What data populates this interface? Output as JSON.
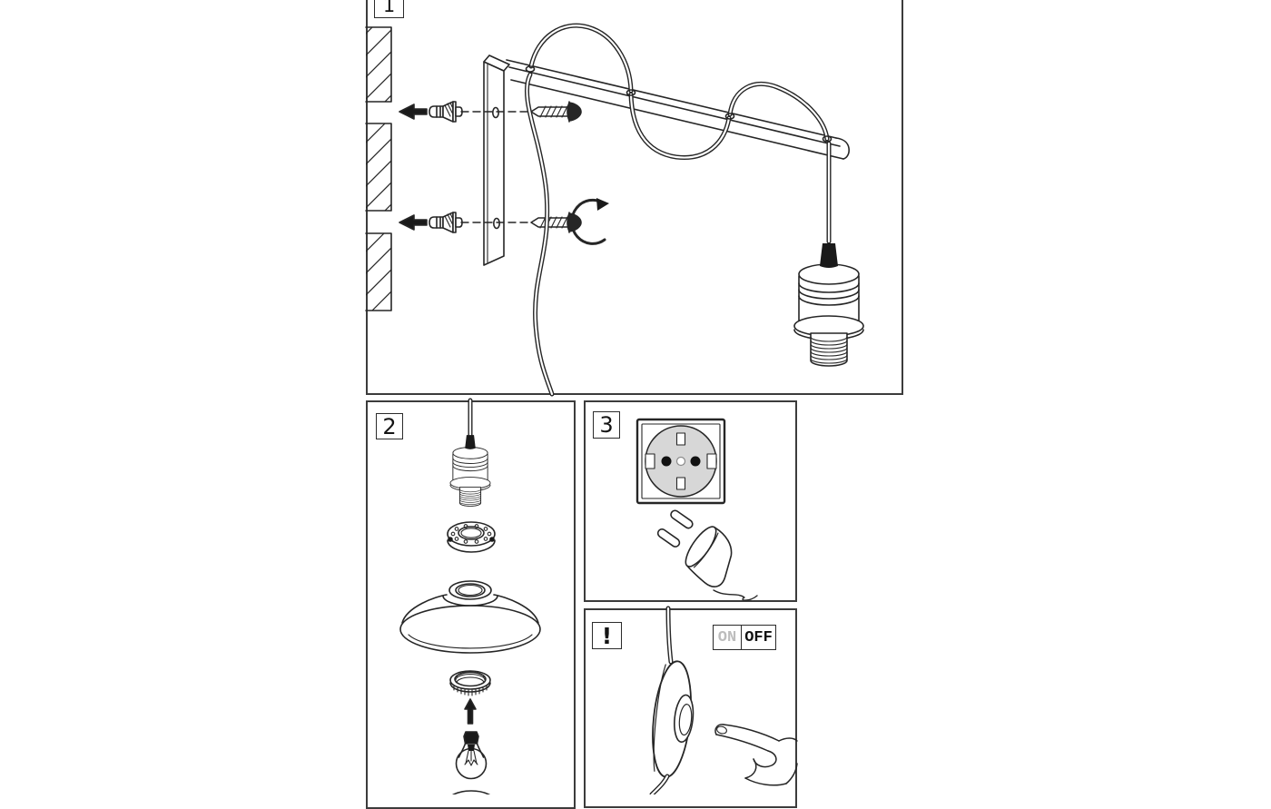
{
  "canvas": {
    "background": "#ffffff",
    "line_color": "#262626",
    "panel_border_color": "#3c3c3c",
    "outlet_recess_fill": "#d7d7d7"
  },
  "panels": {
    "step1": {
      "label": "1"
    },
    "step2": {
      "label": "2"
    },
    "step3": {
      "label": "3"
    },
    "warning": {
      "label": "!"
    }
  },
  "switch_indicator": {
    "on_label": "ON",
    "off_label": "OFF",
    "on_text_color": "#bdbdbd",
    "off_text_color": "#111111"
  },
  "illustrations": {
    "step1": [
      "wall-cross-section-hatched",
      "insert-direction-arrow",
      "expansion-anchor",
      "dashed-alignment-line",
      "wall-bracket-plate",
      "bracket-arm",
      "mounting-screw",
      "clockwise-rotation-symbol",
      "cord-woven-through-arm",
      "hanging-power-cord",
      "lamp-socket"
    ],
    "step2": [
      "pendant-cord",
      "lamp-socket",
      "locking-ring-with-holes",
      "lamp-shade",
      "threaded-ring-nut",
      "insert-up-arrow",
      "light-bulb",
      "glass-globe-partial"
    ],
    "step3": [
      "schuko-wall-outlet",
      "two-prong-plug",
      "plug-cable"
    ],
    "warning": [
      "inline-cord-switch",
      "switch-button",
      "pointing-hand"
    ]
  }
}
